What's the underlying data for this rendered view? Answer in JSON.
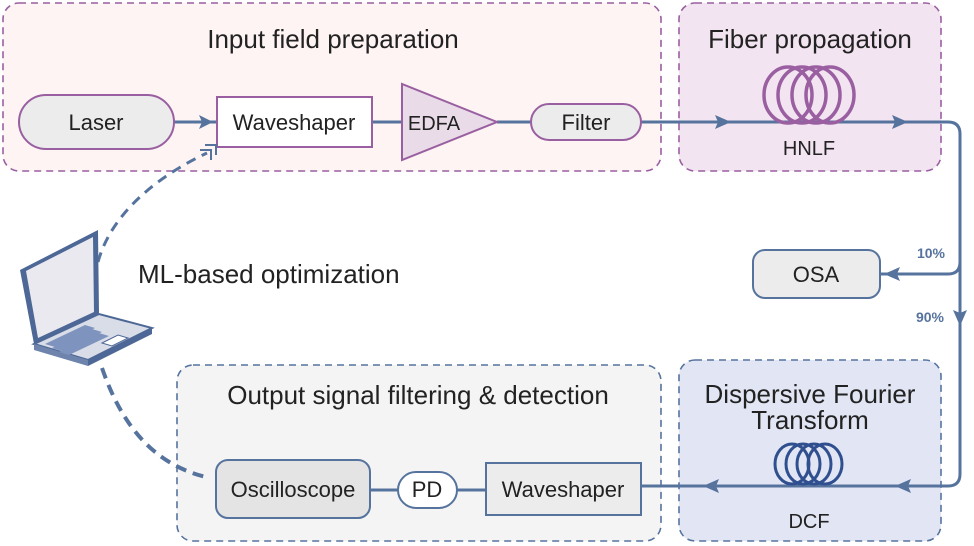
{
  "sections": {
    "input": "Input field preparation",
    "fiber": "Fiber propagation",
    "output": "Output signal filtering & detection",
    "dft_line1": "Dispersive Fourier",
    "dft_line2": "Transform"
  },
  "components": {
    "laser": "Laser",
    "waveshaper_in": "Waveshaper",
    "edfa": "EDFA",
    "filter": "Filter",
    "hnlf": "HNLF",
    "osa": "OSA",
    "dcf": "DCF",
    "oscilloscope": "Oscilloscope",
    "pd": "PD",
    "waveshaper_out": "Waveshaper"
  },
  "splitter": {
    "to_osa": "10%",
    "to_dft": "90%"
  },
  "ml_label": "ML-based optimization",
  "colors": {
    "input_bg": "#fdf4f3",
    "input_border": "#9a5fa1",
    "fiber_bg": "#f3e4f1",
    "output_bg": "#f4f4f4",
    "output_border": "#56739e",
    "dft_bg": "#e2e6f4",
    "line": "#56739e",
    "purple": "#9a5fa1",
    "navy": "#2f4f8f"
  }
}
